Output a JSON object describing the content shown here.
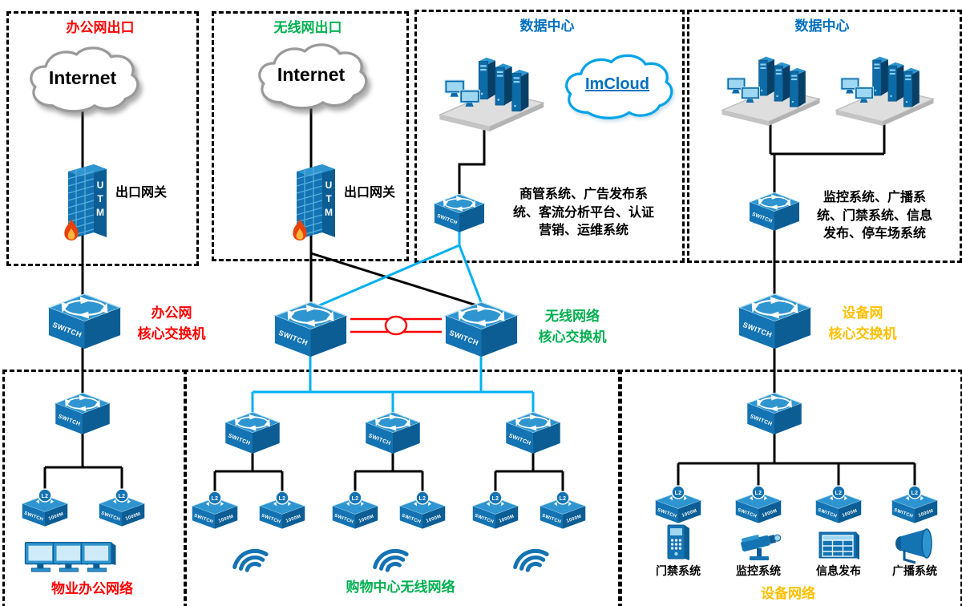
{
  "colors": {
    "red": "#ff0000",
    "green": "#00b050",
    "blue": "#0070c0",
    "orange": "#ffc000",
    "cyan_link": "#00b0f0",
    "red_link": "#ff0000",
    "device_blue": "#1473b2"
  },
  "labels": {
    "internet": "Internet",
    "imcloud": "ImCloud",
    "gateway": "出口网关",
    "switch": "SWITCH",
    "l2": "L2",
    "speed": "1000M",
    "utm": "UTM"
  },
  "zones": {
    "office_exit": {
      "title": "办公网出口"
    },
    "wireless_exit": {
      "title": "无线网出口"
    },
    "datacenter_mgmt": {
      "title": "数据中心",
      "systems": "商管系统、广告发布系统、客流分析平台、认证营销、运维系统"
    },
    "datacenter_device": {
      "title": "数据中心",
      "systems": "监控系统、广播系统、门禁系统、信息发布、停车场系统"
    },
    "property_office": {
      "title": "物业办公网络"
    },
    "mall_wireless": {
      "title": "购物中心无线网络"
    },
    "device_network": {
      "title": "设备网络"
    }
  },
  "core_switches": {
    "office": "办公网\n核心交换机",
    "wireless": "无线网络\n核心交换机",
    "device": "设备网\n核心交换机"
  },
  "endpoints": {
    "access_control": "门禁系统",
    "cctv": "监控系统",
    "info_display": "信息发布",
    "broadcast": "广播系统"
  }
}
